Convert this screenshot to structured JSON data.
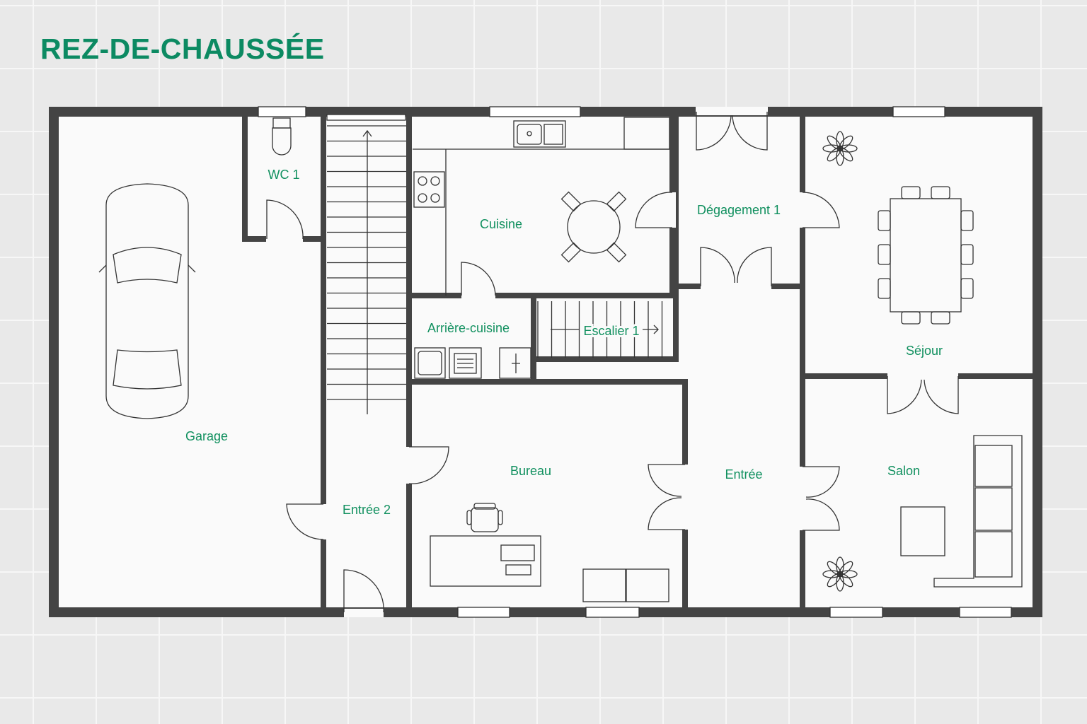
{
  "title": "REZ-DE-CHAUSSÉE",
  "colors": {
    "label": "#11905f",
    "wall": "#444444",
    "title": "#0c8a62"
  },
  "rooms": {
    "garage": "Garage",
    "wc": "WC 1",
    "entree2": "Entrée 2",
    "cuisine": "Cuisine",
    "arriere_cuisine": "Arrière-cuisine",
    "escalier": "Escalier 1",
    "degagement": "Dégagement 1",
    "sejour": "Séjour",
    "bureau": "Bureau",
    "entree": "Entrée",
    "salon": "Salon"
  }
}
